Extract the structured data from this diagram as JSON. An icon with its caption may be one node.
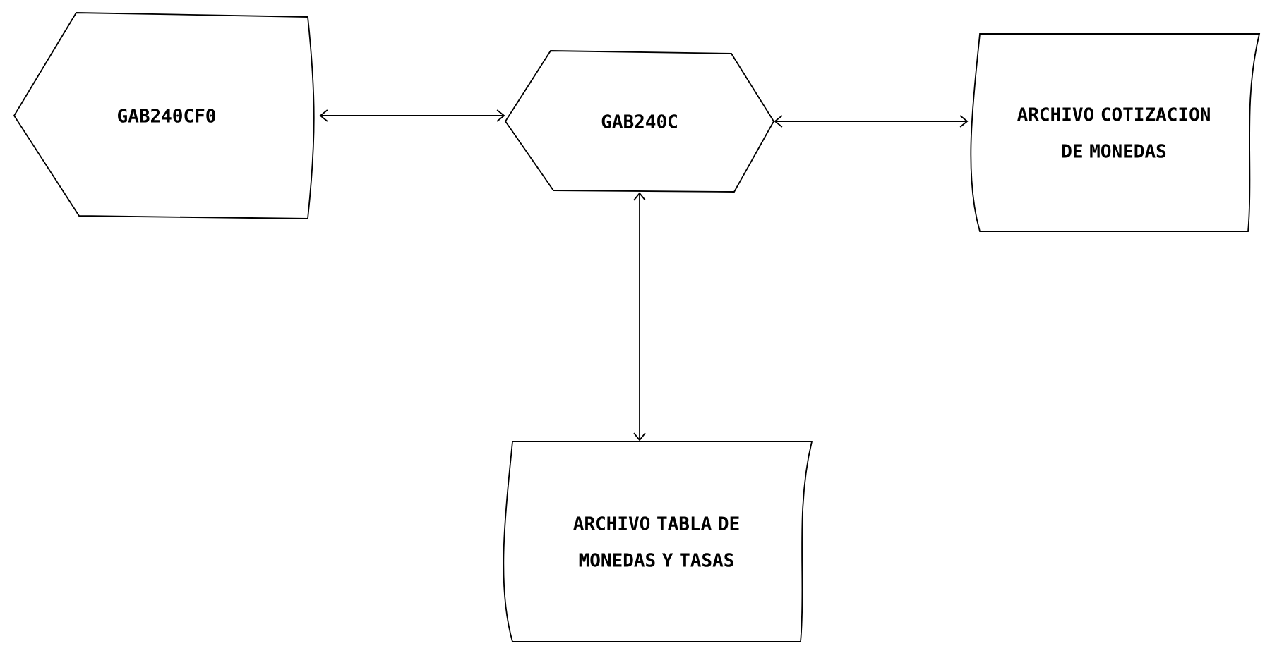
{
  "diagram": {
    "nodes": [
      {
        "text": [
          "GAB240CF0"
        ]
      },
      {
        "text": [
          "GAB240C"
        ]
      },
      {
        "text": [
          "ARCHIVO COTIZACION DE MONEDAS"
        ]
      },
      {
        "text": [
          "ARCHIVO TABLA DE MONEDAS Y TASAS"
        ]
      }
    ],
    "edges": [
      {
        "from": 0,
        "to": 1,
        "arrow": "both"
      },
      {
        "from": 1,
        "to": 2,
        "arrow": "both"
      },
      {
        "from": 1,
        "to": 3,
        "arrow": "both"
      }
    ]
  }
}
